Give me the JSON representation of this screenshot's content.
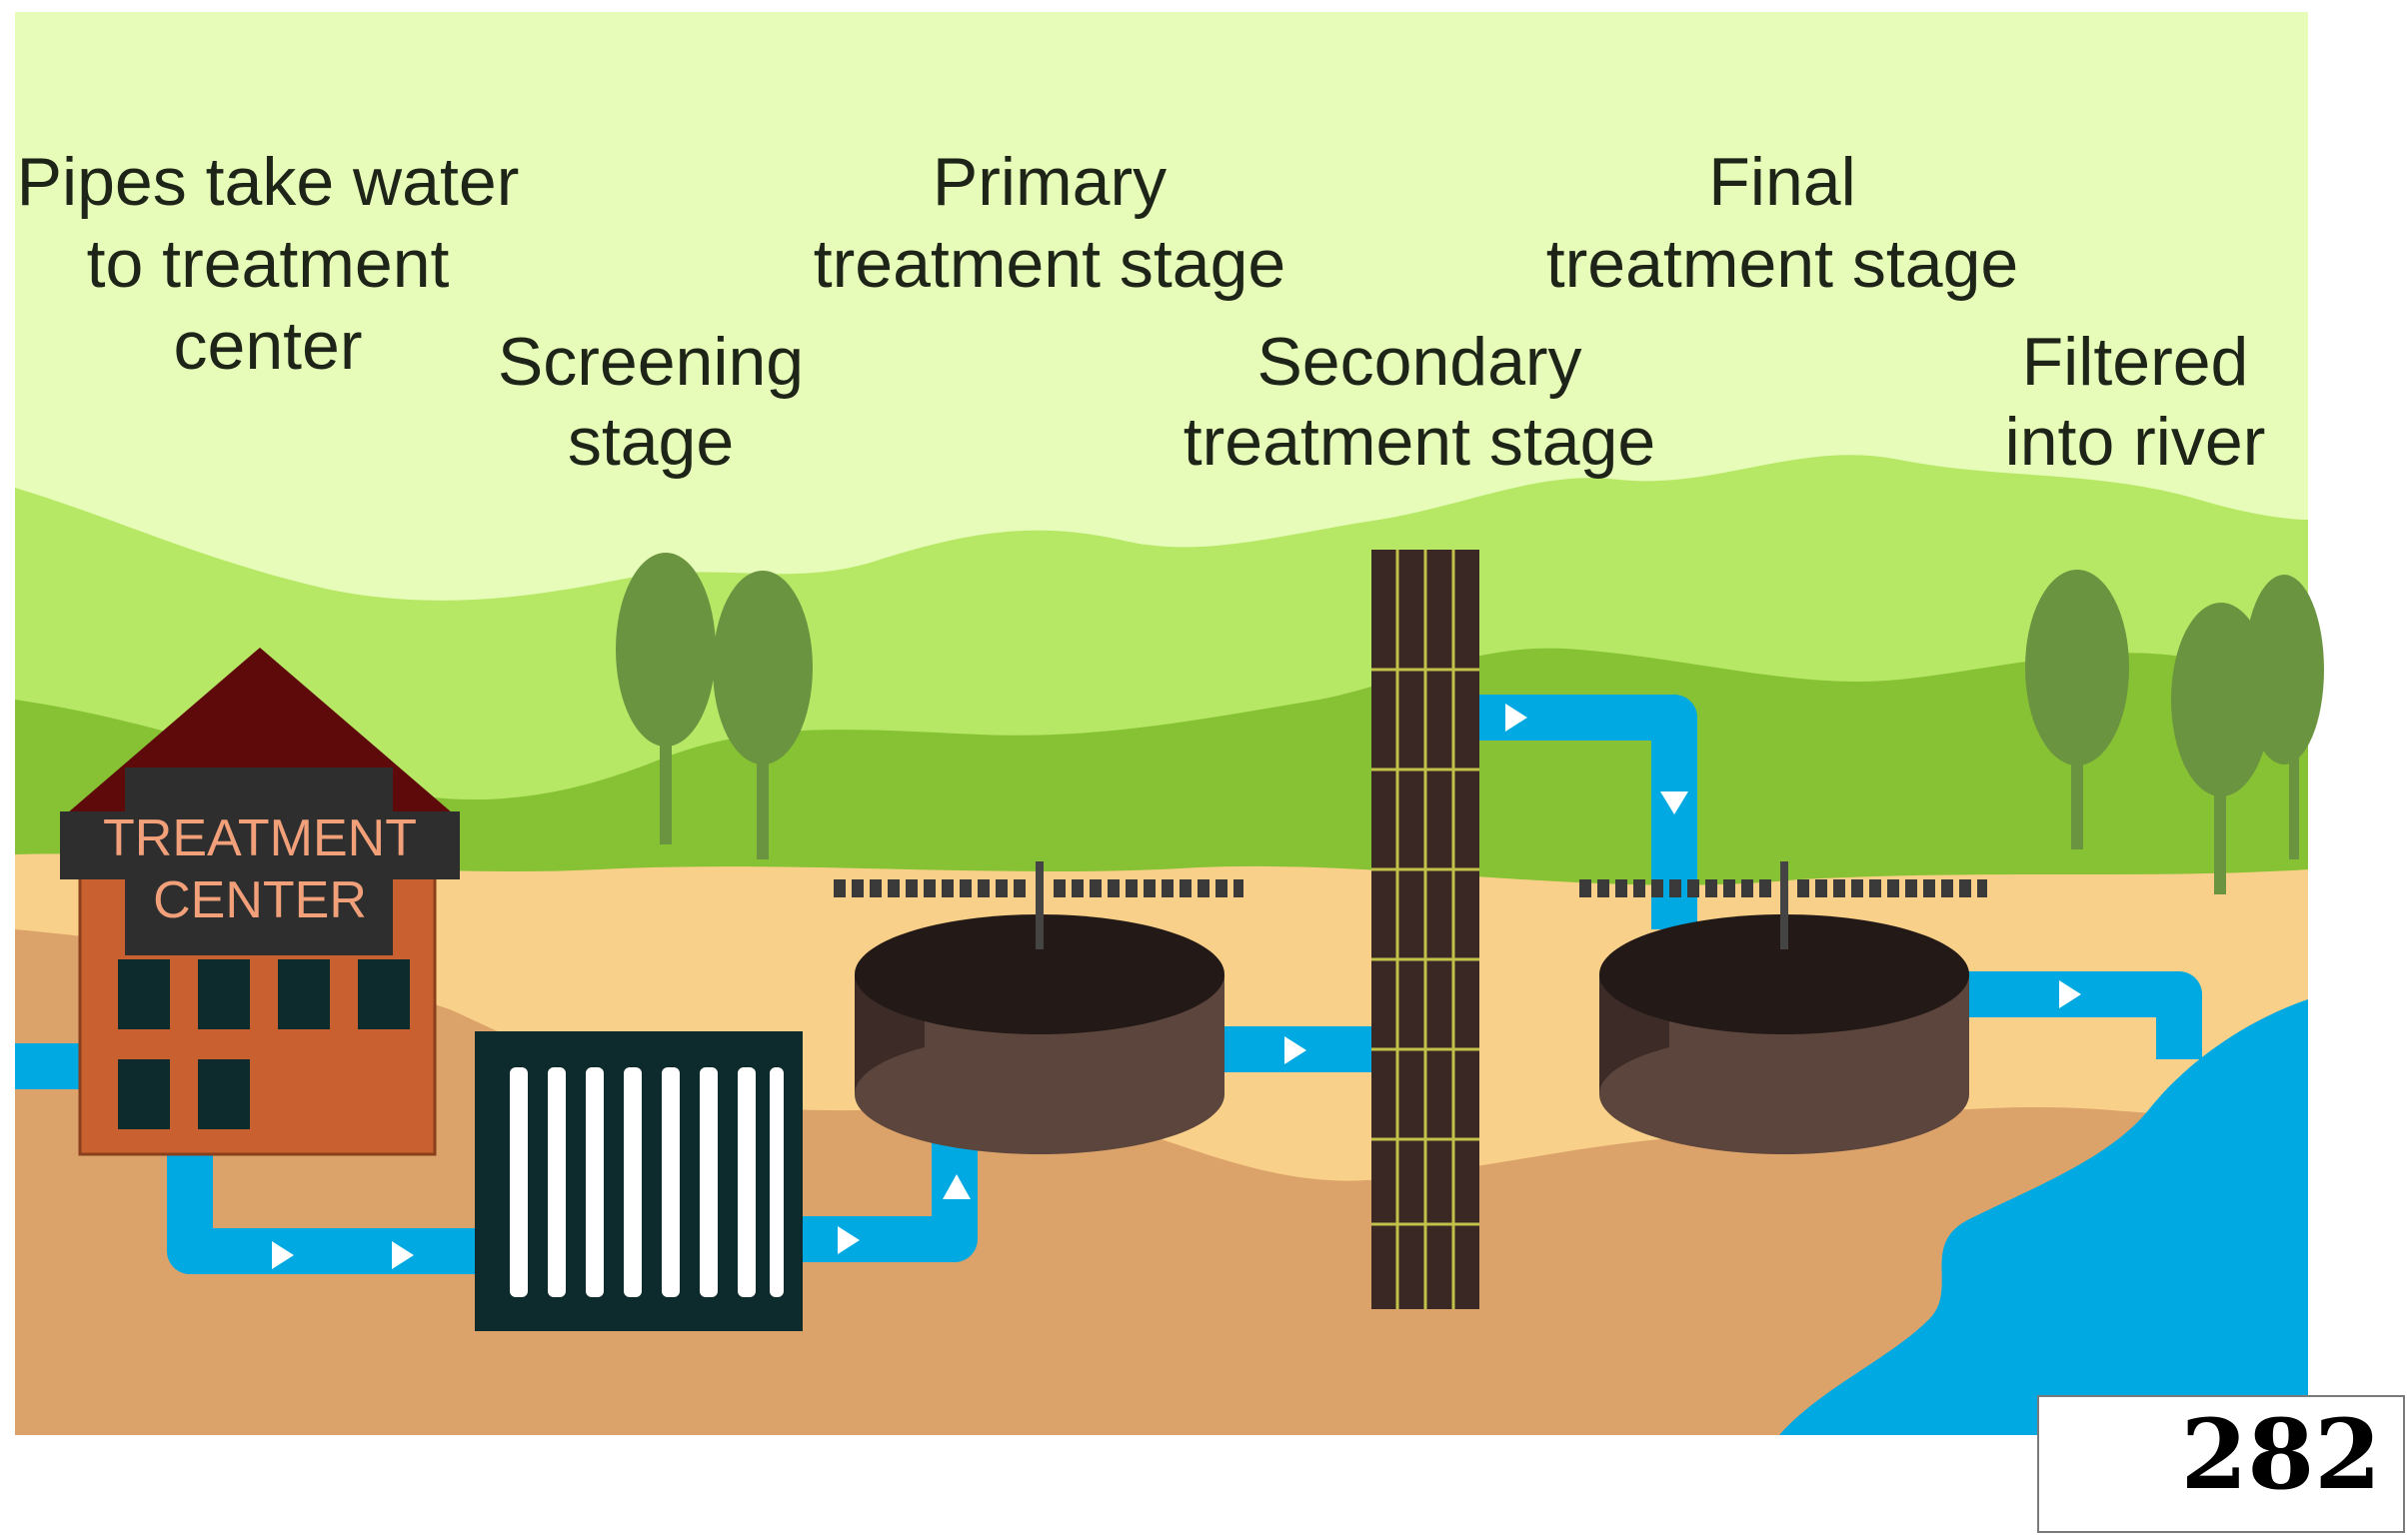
{
  "labels": {
    "pipes": [
      "Pipes take water",
      "to treatment",
      "center"
    ],
    "screening": [
      "Screening",
      "stage"
    ],
    "primary": [
      "Primary",
      "treatment stage"
    ],
    "secondary": [
      "Secondary",
      "treatment stage"
    ],
    "final": [
      "Final",
      "treatment stage"
    ],
    "filtered": [
      "Filtered",
      "into river"
    ]
  },
  "building_sign": [
    "TREATMENT",
    "CENTER"
  ],
  "page_number": "282",
  "colors": {
    "sky": "#e6fcb8",
    "hills_light": "#b6e866",
    "hills_dark": "#86c233",
    "ground_light": "#f9d089",
    "ground_dark": "#dba36a",
    "water": "#00a9e2",
    "tank": "#5c453c",
    "tank_top": "#231a17",
    "building": "#c9602f",
    "roof": "#5e0a0a",
    "tree": "#6b9440"
  },
  "icons": [
    "tree-icon",
    "flow-arrow-icon",
    "treatment-building",
    "screening-grate",
    "settling-tank",
    "filter-column"
  ]
}
